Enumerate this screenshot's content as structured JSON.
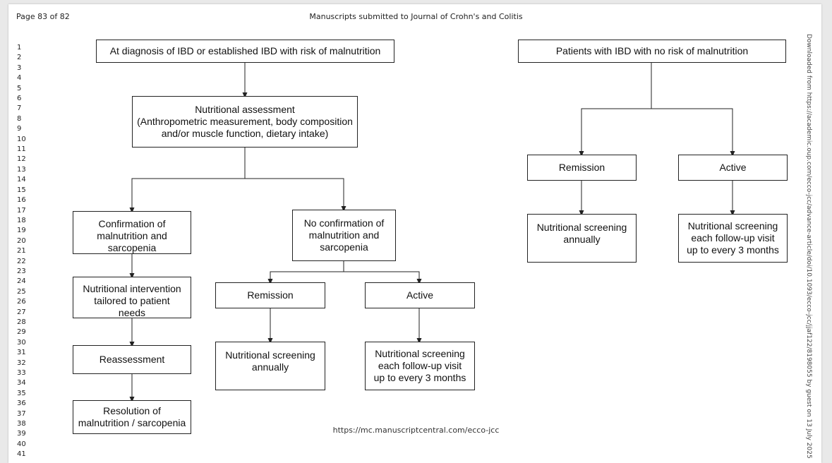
{
  "header": {
    "page_label": "Page 83 of 82",
    "journal_label": "Manuscripts submitted to Journal of Crohn's and Colitis"
  },
  "line_numbers": [
    "1",
    "2",
    "3",
    "4",
    "5",
    "6",
    "7",
    "8",
    "9",
    "10",
    "11",
    "12",
    "13",
    "14",
    "15",
    "16",
    "17",
    "18",
    "19",
    "20",
    "21",
    "22",
    "23",
    "24",
    "25",
    "26",
    "27",
    "28",
    "29",
    "30",
    "31",
    "32",
    "33",
    "34",
    "35",
    "36",
    "37",
    "38",
    "39",
    "40",
    "41"
  ],
  "flowchart": {
    "left": {
      "diagnosis": "At diagnosis of IBD or established IBD with risk of malnutrition",
      "assessment": "Nutritional assessment\n(Anthropometric measurement, body composition\nand/or muscle function, dietary intake)",
      "confirmation": "Confirmation of\nmalnutrition and\nsarcopenia",
      "no_confirmation": "No confirmation of\nmalnutrition and\nsarcopenia",
      "intervention": "Nutritional intervention\ntailored to patient\nneeds",
      "reassessment": "Reassessment",
      "resolution": "Resolution of\nmalnutrition / sarcopenia",
      "remission": "Remission",
      "active": "Active",
      "screening_annual": "Nutritional screening\nannually",
      "screening_followup": "Nutritional screening\neach follow-up visit\nup to every 3 months"
    },
    "right": {
      "no_risk": "Patients with IBD with no risk of malnutrition",
      "remission": "Remission",
      "active": "Active",
      "screening_annual": "Nutritional screening\nannually",
      "screening_followup": "Nutritional screening\neach follow-up visit\nup to every 3 months"
    }
  },
  "footer_url": "https://mc.manuscriptcentral.com/ecco-jcc",
  "side_note": "Downloaded from https://academic.oup.com/ecco-jcc/advance-article/doi/10.1093/ecco-jcc/jjaf122/8198055 by guest on 13 July 2025"
}
